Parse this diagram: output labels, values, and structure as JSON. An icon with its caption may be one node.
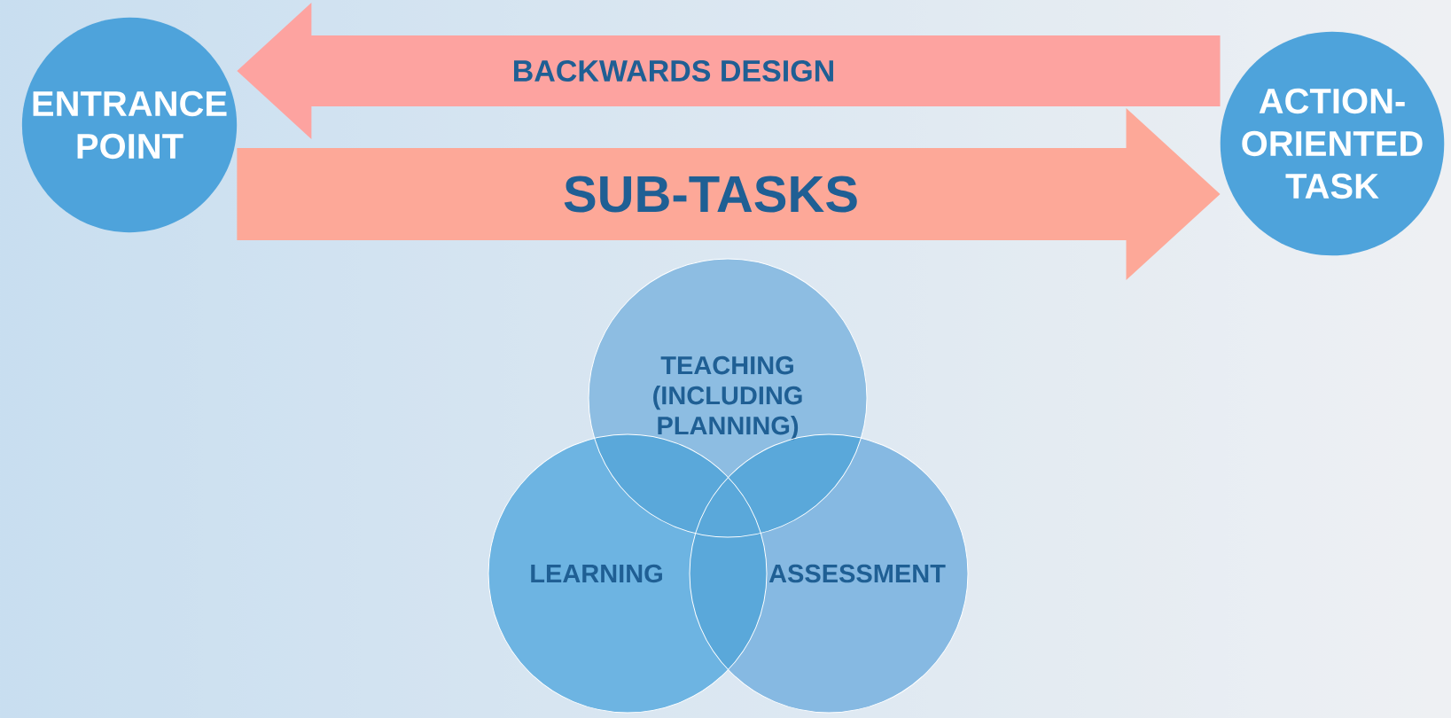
{
  "diagram": {
    "nodes": [
      {
        "text": [
          "ENTRANCE POINT"
        ]
      },
      {
        "text": [
          "ACTION-ORIENTED TASK"
        ]
      },
      {
        "text": [
          "TEACHING (INCLUDING PLANNING)"
        ]
      },
      {
        "text": [
          "LEARNING"
        ]
      },
      {
        "text": [
          "ASSESSMENT"
        ]
      }
    ],
    "edges": [
      {
        "from": 1,
        "to": 0,
        "arrow": "to",
        "label": "BACKWARDS DESIGN"
      },
      {
        "from": 0,
        "to": 1,
        "arrow": "to",
        "label": "SUB-TASKS"
      }
    ]
  }
}
